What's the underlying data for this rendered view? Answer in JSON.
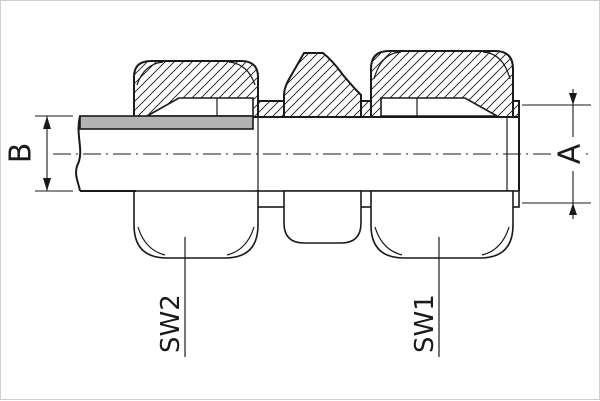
{
  "diagram": {
    "type": "technical-drawing",
    "labels": {
      "dim_a": "A",
      "dim_b": "B",
      "sw1": "SW1",
      "sw2": "SW2"
    },
    "colors": {
      "line": "#1a1a1a",
      "tube_wall": "#b3b3b3",
      "background": "#ffffff"
    }
  }
}
